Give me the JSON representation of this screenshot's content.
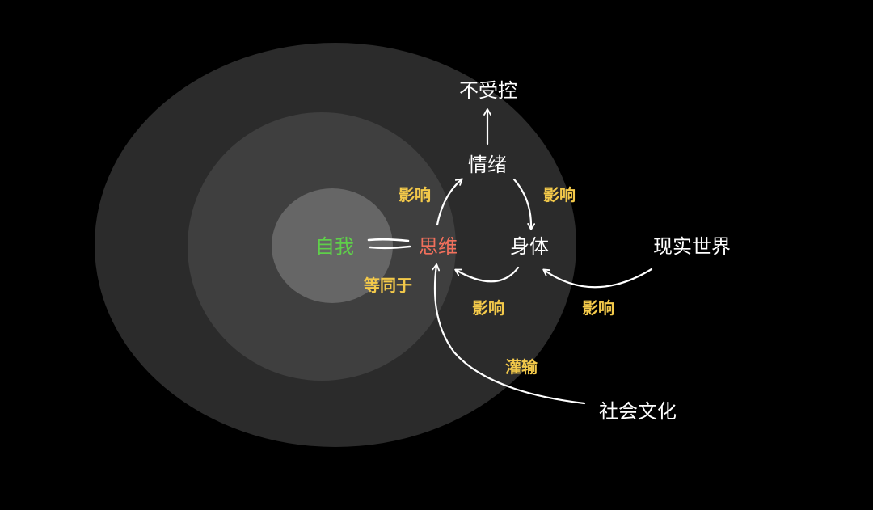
{
  "colors": {
    "background": "#000000",
    "ring_outer": "#2b2b2b",
    "ring_middle": "#3f3f3f",
    "ring_inner": "#666666",
    "node_text": "#ffffff",
    "self_text": "#5fcf4a",
    "mind_text": "#f2705c",
    "edge_label": "#f3c94a",
    "arrow": "#ffffff"
  },
  "nodes": {
    "uncontrollable": "不受控",
    "emotion": "情绪",
    "self": "自我",
    "mind": "思维",
    "body": "身体",
    "real_world": "现实世界",
    "social_culture": "社会文化"
  },
  "edge_labels": {
    "mind_to_emotion": "影响",
    "emotion_to_body": "影响",
    "self_equals_mind": "等同于",
    "body_to_mind": "影响",
    "world_to_body": "影响",
    "culture_to_mind": "灌输"
  }
}
